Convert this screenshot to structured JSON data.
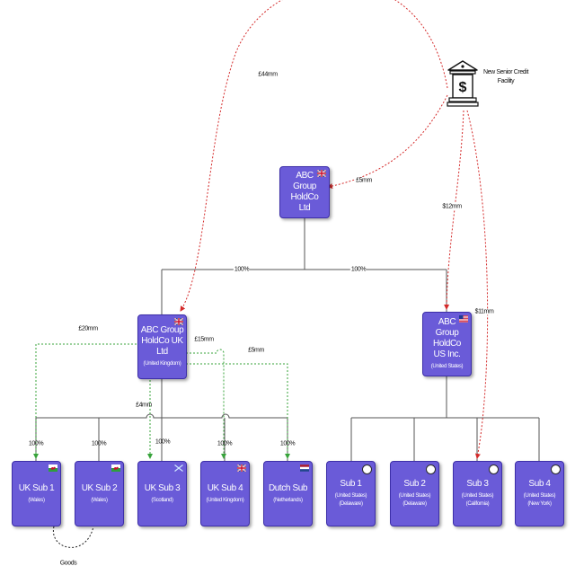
{
  "nodes": {
    "holdco": {
      "name": "ABC Group HoldCo Ltd"
    },
    "uk_ltd": {
      "name": "ABC Group HoldCo UK Ltd",
      "jurisdiction": "(United Kingdom)"
    },
    "us_inc": {
      "name": "ABC Group HoldCo US Inc.",
      "jurisdiction": "(United States)"
    },
    "uk_sub1": {
      "name": "UK Sub 1",
      "jurisdiction": "(Wales)"
    },
    "uk_sub2": {
      "name": "UK Sub 2",
      "jurisdiction": "(Wales)"
    },
    "uk_sub3": {
      "name": "UK Sub 3",
      "jurisdiction": "(Scotland)"
    },
    "uk_sub4": {
      "name": "UK Sub 4",
      "jurisdiction": "(United Kingdom)"
    },
    "dutch_sub": {
      "name": "Dutch Sub",
      "jurisdiction": "(Netherlands)"
    },
    "us_sub1": {
      "name": "Sub 1",
      "jurisdiction": "(United States)",
      "state": "(Delaware)"
    },
    "us_sub2": {
      "name": "Sub 2",
      "jurisdiction": "(United States)",
      "state": "(Delaware)"
    },
    "us_sub3": {
      "name": "Sub 3",
      "jurisdiction": "(United States)",
      "state": "(California)"
    },
    "us_sub4": {
      "name": "Sub 4",
      "jurisdiction": "(United States)",
      "state": "(New York)"
    }
  },
  "lender": {
    "name": "New Senior Credit Facility",
    "icon": "bank-icon"
  },
  "ownership_labels": {
    "holdco_to_uk": "100%",
    "holdco_to_us": "100%",
    "uk_sub1": "100%",
    "uk_sub2": "100%",
    "uk_sub3": "100%",
    "uk_sub4": "100%",
    "dutch_sub": "100%"
  },
  "loan_labels": {
    "to_uk_ltd": "£44mm",
    "to_holdco": "£5mm",
    "to_us_inc": "$12mm",
    "to_us_sub3": "$11mm"
  },
  "intercompany_labels": {
    "to_uk_sub1": "£20mm",
    "to_uk_sub3": "£15mm",
    "to_uk_sub4": "£5mm",
    "to_dutch_sub": "£4mm"
  },
  "goods_label": "Goods",
  "colors": {
    "node_fill": "#6a5bd8",
    "node_border": "#3d2fa8",
    "ownership_line": "#555555",
    "external_loan": "#d42a2a",
    "intercompany_loan": "#37a33a",
    "goods_line": "#222222"
  }
}
